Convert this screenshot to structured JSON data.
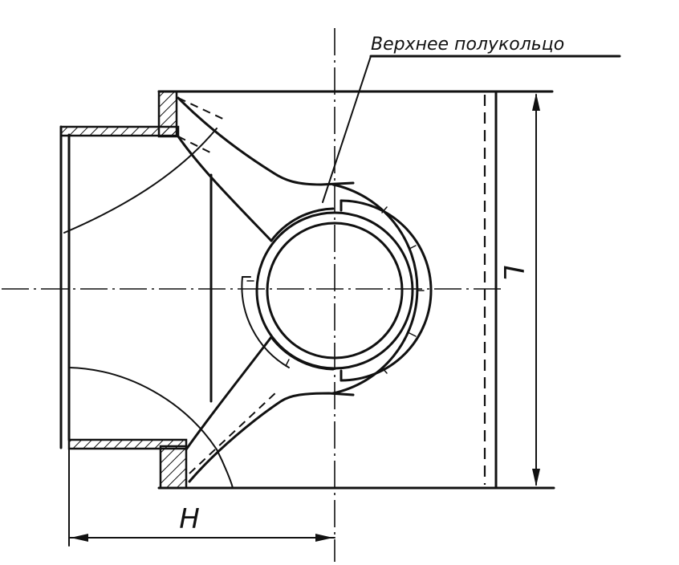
{
  "callout": {
    "text": "Верхнее полукольцо"
  },
  "dimensions": {
    "width_label": "H",
    "height_label": "L"
  }
}
